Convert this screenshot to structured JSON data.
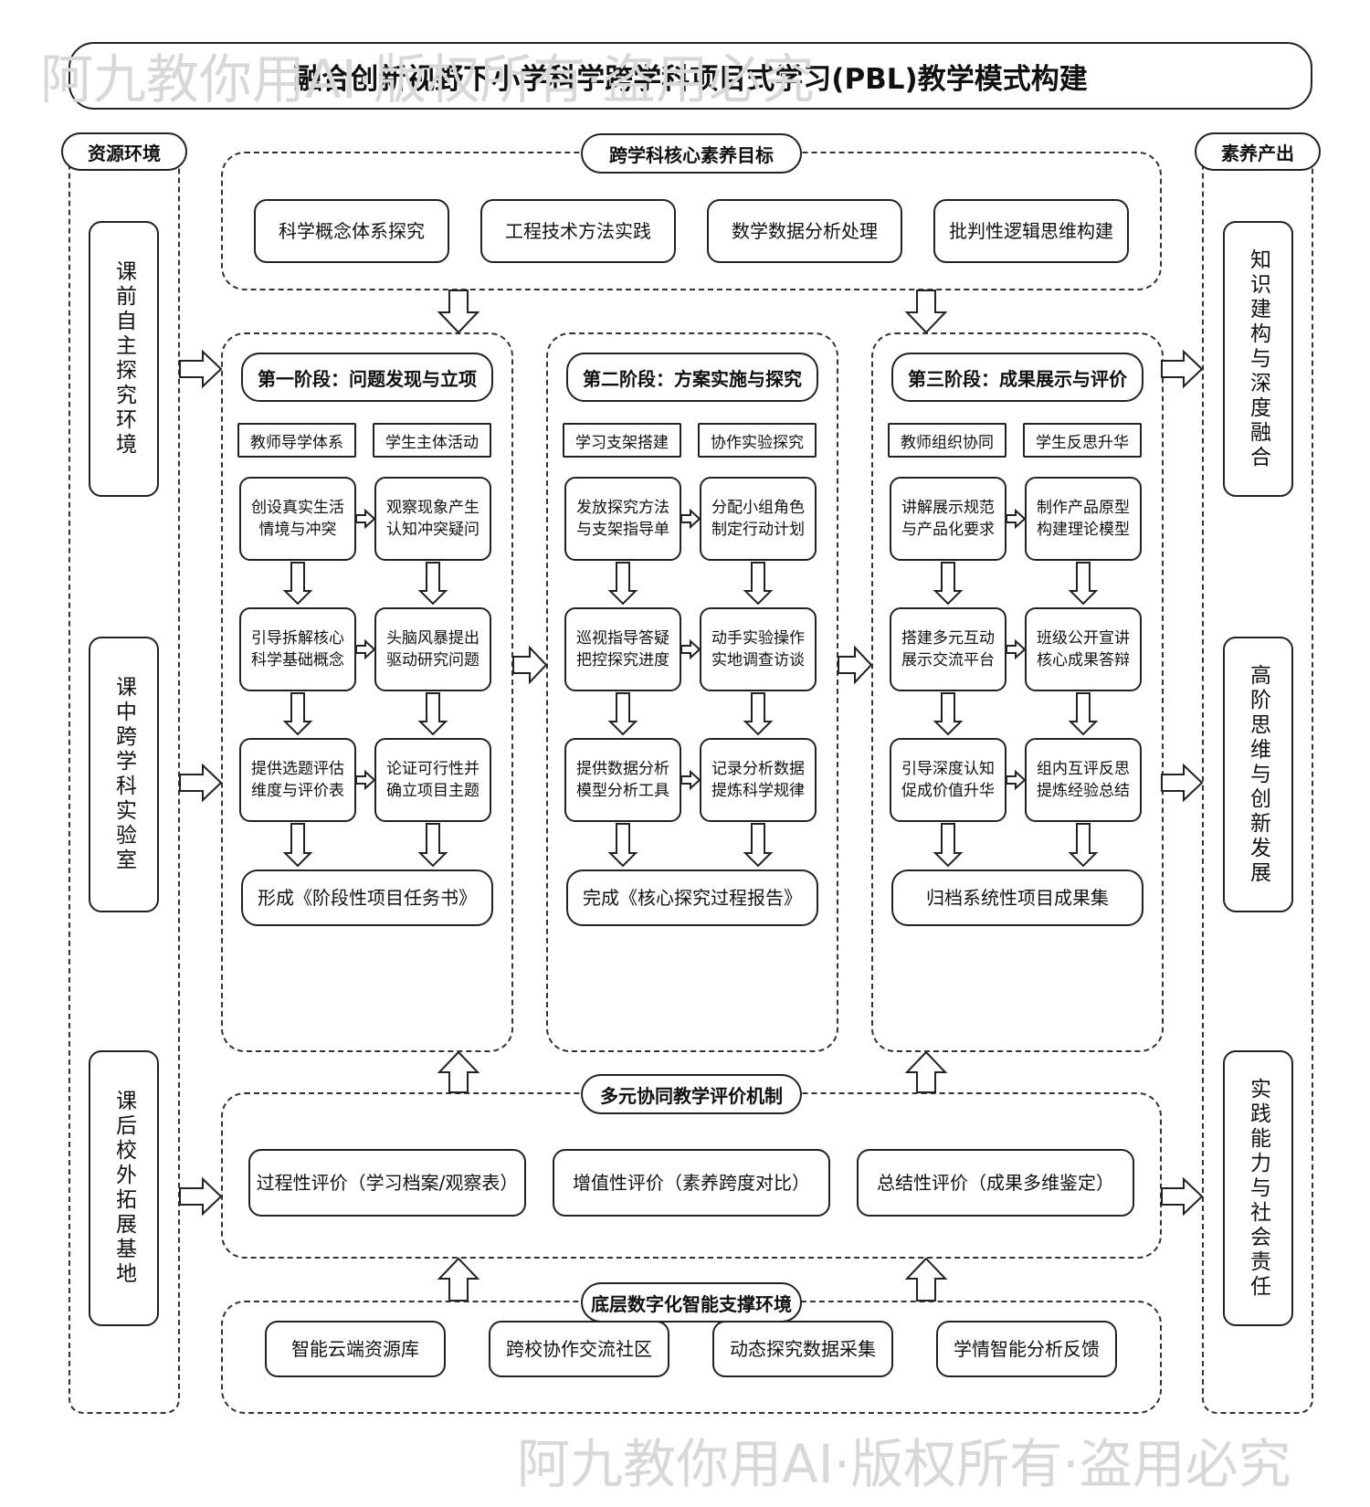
{
  "title": "融合创新视野下小学科学跨学科项目式学习(PBL)教学模式构建",
  "watermark": "阿九教你用AI·版权所有·盗用必究",
  "left_column": {
    "label": "资源环境",
    "items": [
      "课前自主探究环境",
      "课中跨学科实验室",
      "课后校外拓展基地"
    ]
  },
  "right_column": {
    "label": "素养产出",
    "items": [
      "知识建构与深度融合",
      "高阶思维与创新发展",
      "实践能力与社会责任"
    ]
  },
  "goals": {
    "label": "跨学科核心素养目标",
    "items": [
      "科学概念体系探究",
      "工程技术方法实践",
      "数学数据分析处理",
      "批判性逻辑思维构建"
    ]
  },
  "stages": [
    {
      "title": "第一阶段：问题发现与立项",
      "subs": [
        "教师导学体系",
        "学生主体活动"
      ],
      "rows": [
        [
          "创设真实生活\n情境与冲突",
          "观察现象产生\n认知冲突疑问"
        ],
        [
          "引导拆解核心\n科学基础概念",
          "头脑风暴提出\n驱动研究问题"
        ],
        [
          "提供选题评估\n维度与评价表",
          "论证可行性并\n确立项目主题"
        ]
      ],
      "output": "形成《阶段性项目任务书》"
    },
    {
      "title": "第二阶段：方案实施与探究",
      "subs": [
        "学习支架搭建",
        "协作实验探究"
      ],
      "rows": [
        [
          "发放探究方法\n与支架指导单",
          "分配小组角色\n制定行动计划"
        ],
        [
          "巡视指导答疑\n把控探究进度",
          "动手实验操作\n实地调查访谈"
        ],
        [
          "提供数据分析\n模型分析工具",
          "记录分析数据\n提炼科学规律"
        ]
      ],
      "output": "完成《核心探究过程报告》"
    },
    {
      "title": "第三阶段：成果展示与评价",
      "subs": [
        "教师组织协同",
        "学生反思升华"
      ],
      "rows": [
        [
          "讲解展示规范\n与产品化要求",
          "制作产品原型\n构建理论模型"
        ],
        [
          "搭建多元互动\n展示交流平台",
          "班级公开宣讲\n核心成果答辩"
        ],
        [
          "引导深度认知\n促成价值升华",
          "组内互评反思\n提炼经验总结"
        ]
      ],
      "output": "归档系统性项目成果集"
    }
  ],
  "evaluation": {
    "label": "多元协同教学评价机制",
    "items": [
      "过程性评价（学习档案/观察表）",
      "增值性评价（素养跨度对比）",
      "总结性评价（成果多维鉴定）"
    ]
  },
  "support": {
    "label": "底层数字化智能支撑环境",
    "items": [
      "智能云端资源库",
      "跨校协作交流社区",
      "动态探究数据采集",
      "学情智能分析反馈"
    ]
  }
}
